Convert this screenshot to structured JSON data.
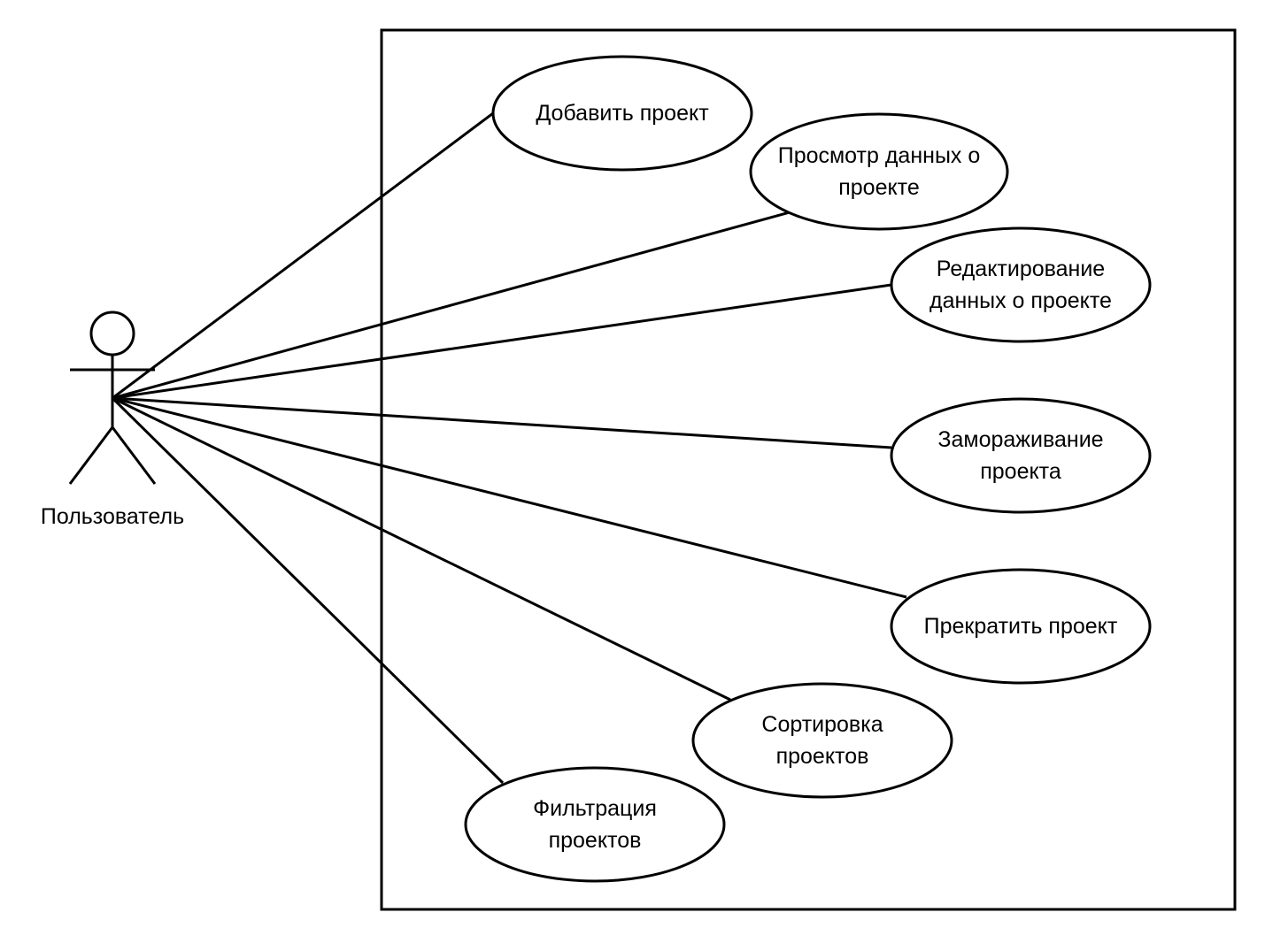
{
  "diagram": {
    "type": "uml-use-case",
    "line_color": "#000000",
    "background": "#ffffff",
    "actor": {
      "label": "Пользователь"
    },
    "use_cases": [
      {
        "id": "add-project",
        "lines": [
          "Добавить проект"
        ]
      },
      {
        "id": "view-project",
        "lines": [
          "Просмотр данных о",
          "проекте"
        ]
      },
      {
        "id": "edit-project",
        "lines": [
          "Редактирование",
          "данных о проекте"
        ]
      },
      {
        "id": "freeze-project",
        "lines": [
          "Замораживание",
          "проекта"
        ]
      },
      {
        "id": "terminate-project",
        "lines": [
          "Прекратить проект"
        ]
      },
      {
        "id": "sort-projects",
        "lines": [
          "Сортировка",
          "проектов"
        ]
      },
      {
        "id": "filter-projects",
        "lines": [
          "Фильтрация",
          "проектов"
        ]
      }
    ]
  }
}
